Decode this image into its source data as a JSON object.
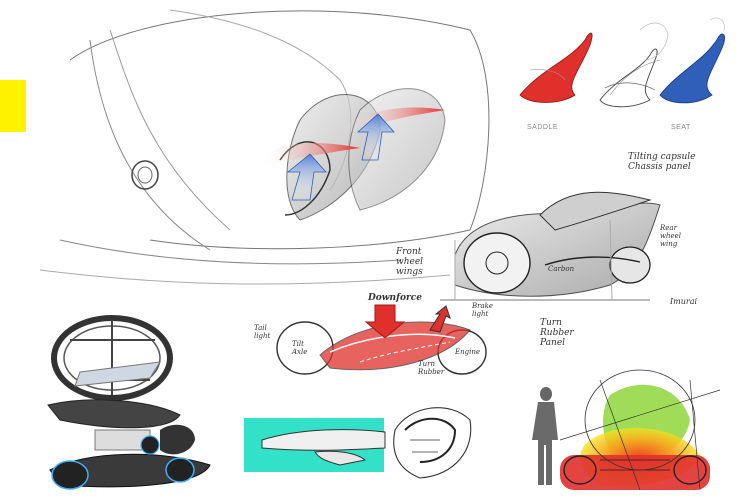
{
  "colors": {
    "accent_yellow": "#fff200",
    "red": "#e0302c",
    "blue": "#2f5fb8",
    "cyan": "#33e0c8",
    "green": "#8fd63a",
    "orange": "#f7a21e"
  },
  "seat_labels": {
    "saddle": "SADDLE",
    "seat": "SEAT"
  },
  "annotations": {
    "tilting_canopy": "Tilting capsule\nChassis panel",
    "rear_wheel_wing": "Rear\nwheel\nwing",
    "front_wheel_wings": "Front\nwheel\nwings",
    "body_badge": "Carbon",
    "turn_rubber_panel": "Turn\nRubber\nPanel",
    "signature": "Imurai",
    "downforce": "Downforce",
    "brake_light": "Brake\nlight",
    "tail_light": "Tail\nlight",
    "tilt_axle": "Tilt\nAxle",
    "engine": "Engine",
    "turn_rubber": "Turn\nRubber"
  }
}
